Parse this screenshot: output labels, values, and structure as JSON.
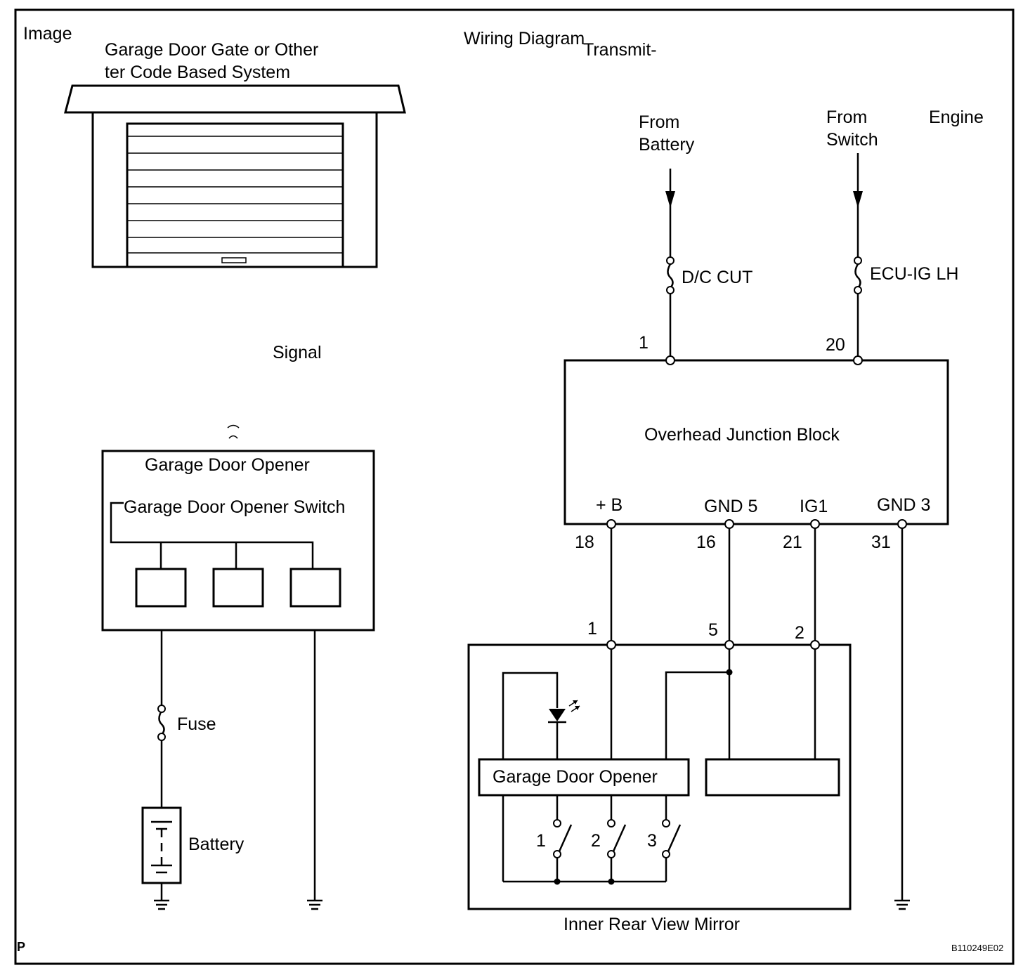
{
  "panels": {
    "image_label": "Image",
    "wiring_label": "Wiring Diagram"
  },
  "left": {
    "title_line1": "Garage Door Gate or Other",
    "title_line2": "ter Code Based System",
    "signal_label": "Signal",
    "opener_box_label": "Garage Door Opener",
    "opener_switch_label": "Garage Door Opener Switch",
    "fuse_label": "Fuse",
    "battery_label": "Battery"
  },
  "right": {
    "transmit_label": "Transmit-",
    "from_battery_line1": "From",
    "from_battery_line2": "Battery",
    "from_switch_line1": "From",
    "from_switch_line2": "Switch",
    "engine_label": "Engine",
    "fuse_dc_cut": "D/C CUT",
    "fuse_ecu_ig": "ECU-IG LH",
    "junction_block_label": "Overhead Junction Block",
    "jb_top_pins": [
      "1",
      "20"
    ],
    "jb_bottom_terminals": [
      "+ B",
      "GND 5",
      "IG1",
      "GND 3"
    ],
    "jb_bottom_pins": [
      "18",
      "16",
      "21",
      "31"
    ],
    "mirror_pins": [
      "1",
      "5",
      "2"
    ],
    "mirror_opener_label": "Garage Door Opener",
    "switch_numbers": [
      "1",
      "2",
      "3"
    ],
    "mirror_label": "Inner Rear View Mirror"
  },
  "footer": {
    "corner_mark": "P",
    "figure_code": "B110249E02"
  }
}
